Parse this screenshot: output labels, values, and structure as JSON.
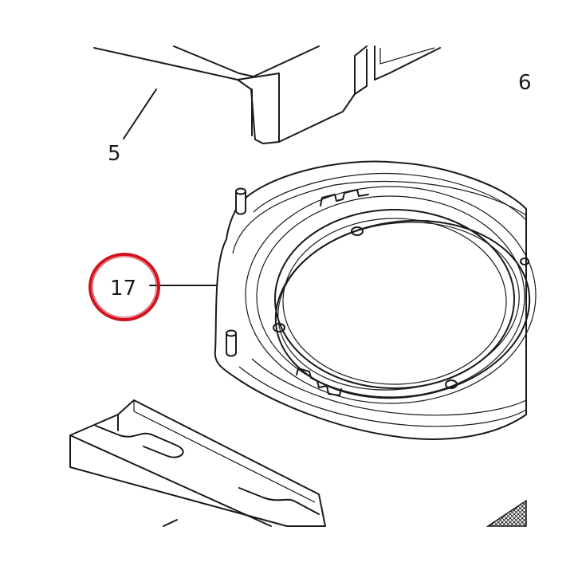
{
  "callouts": [
    {
      "id": "part-5",
      "text": "5"
    },
    {
      "id": "part-6",
      "text": "6"
    },
    {
      "id": "part-17",
      "text": "17"
    }
  ],
  "highlight": {
    "target": "part-17",
    "color": "#d0131f"
  }
}
